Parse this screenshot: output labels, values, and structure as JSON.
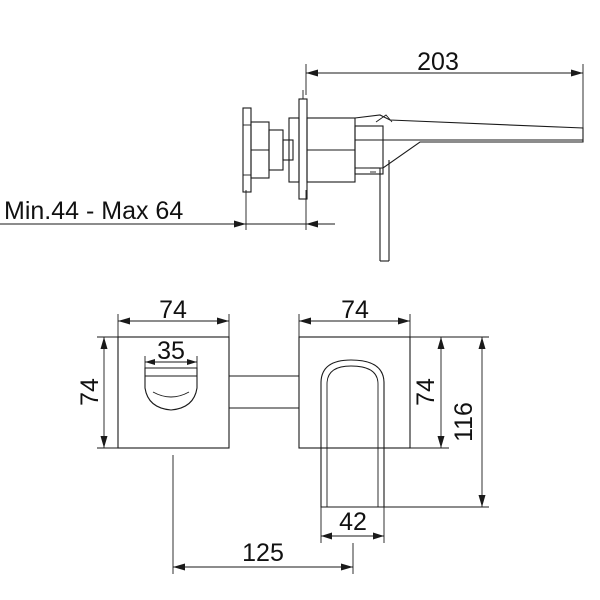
{
  "dimensions": {
    "overall_projection": "203",
    "wall_depth_range": "Min.44 - Max 64",
    "valve_plate_width": "74",
    "valve_plate_height": "74",
    "handle_width": "35",
    "spout_plate_width": "74",
    "spout_plate_height": "74",
    "spout_total_height": "116",
    "spout_width": "42",
    "center_distance": "125"
  }
}
